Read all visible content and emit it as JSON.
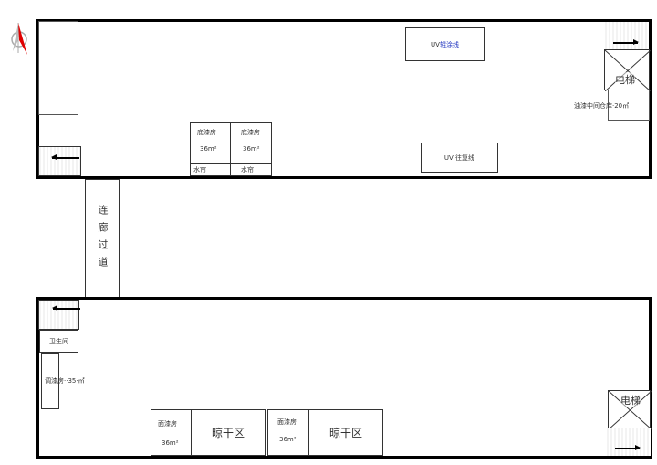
{
  "compass": {
    "icon": "north-arrow-icon",
    "color": "#e00000"
  },
  "top_building": {
    "uv_roller_line": {
      "prefix": "UV ",
      "label": "辊涂线"
    },
    "uv_reciprocating_line": {
      "label": "UV 往复线"
    },
    "elevator": {
      "label": "电梯"
    },
    "paint_warehouse": {
      "label": "油漆中间仓库·20㎡"
    },
    "primer_rooms": [
      {
        "name": "底漆房",
        "area": "36m²",
        "curtain": "水帘"
      },
      {
        "name": "底漆房",
        "area": "36m²",
        "curtain": "水帘"
      }
    ],
    "entry_arrow": "left-arrow",
    "exit_arrow": "right-arrow"
  },
  "corridor": {
    "label": "连廊过道"
  },
  "bottom_building": {
    "restroom": {
      "label": "卫生间"
    },
    "mixing_room": {
      "label": "调漆房··35·㎡"
    },
    "topcoat_rooms": [
      {
        "name": "面漆房",
        "area": "36m²"
      },
      {
        "name": "面漆房",
        "area": "36m²"
      }
    ],
    "drying_areas": [
      {
        "label": "晾干区"
      },
      {
        "label": "晾干区"
      }
    ],
    "elevator": {
      "label": "电梯"
    },
    "entry_arrow": "left-arrow",
    "exit_arrow": "right-arrow"
  }
}
